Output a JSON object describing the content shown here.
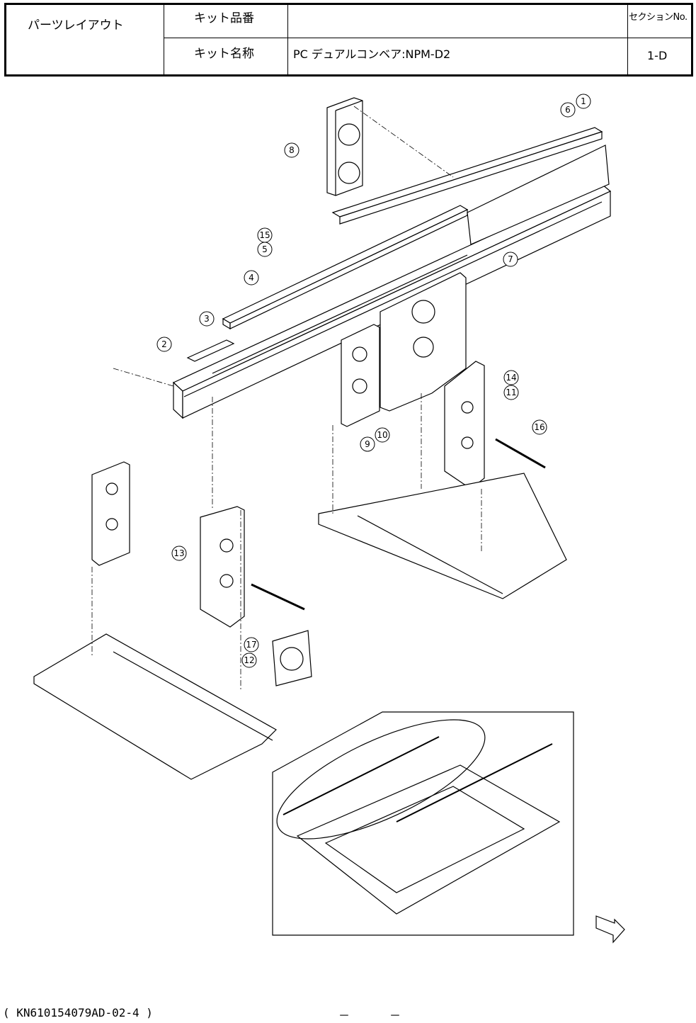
{
  "header": {
    "layout_label": "パーツレイアウト",
    "kit_number_label": "キット品番",
    "kit_number_value": "",
    "kit_name_label": "キット名称",
    "kit_name_value": "PC デュアルコンベア:NPM-D2",
    "section_label": "セクションNo.",
    "section_value": "1-D"
  },
  "callouts": [
    "1",
    "2",
    "3",
    "4",
    "5",
    "6",
    "7",
    "8",
    "9",
    "10",
    "11",
    "12",
    "13",
    "14",
    "15",
    "16",
    "17"
  ],
  "footer": {
    "doc_code": "( KN610154079AD-02-4 )",
    "page_left": "－",
    "page_right": "－"
  }
}
